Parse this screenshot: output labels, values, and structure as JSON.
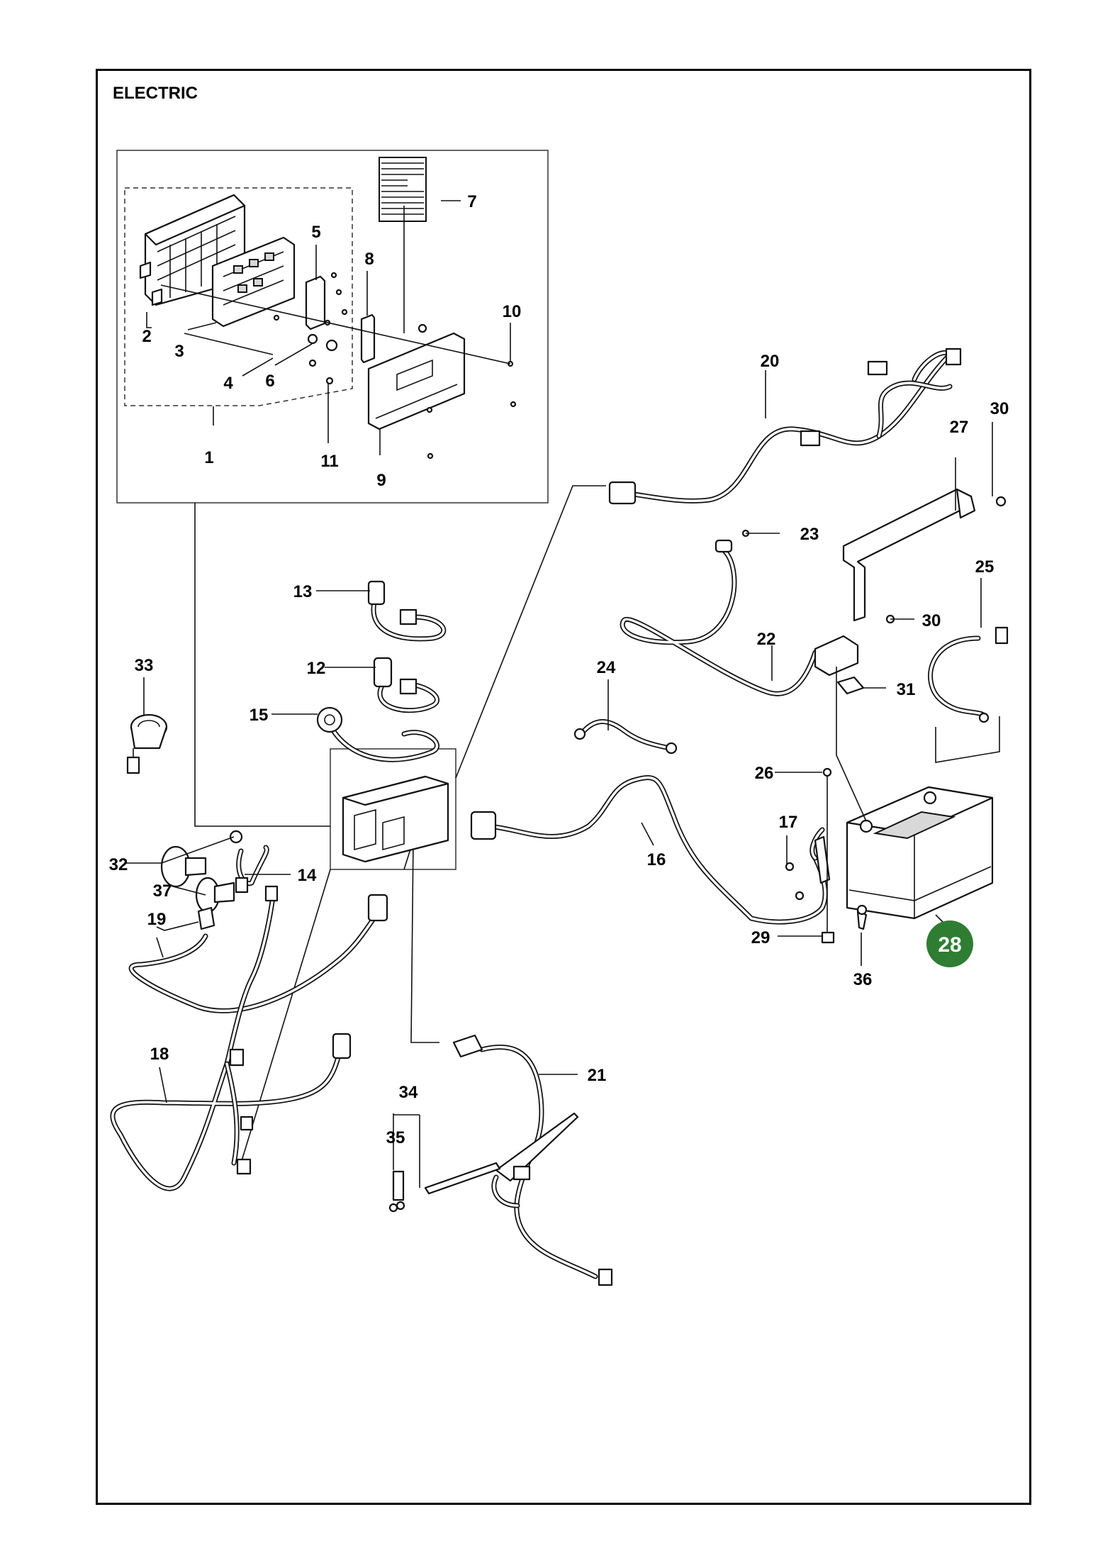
{
  "page": {
    "title": "ELECTRIC"
  },
  "callouts": [
    {
      "n": "1"
    },
    {
      "n": "2"
    },
    {
      "n": "3"
    },
    {
      "n": "4"
    },
    {
      "n": "5"
    },
    {
      "n": "6"
    },
    {
      "n": "7"
    },
    {
      "n": "8"
    },
    {
      "n": "9"
    },
    {
      "n": "10"
    },
    {
      "n": "11"
    },
    {
      "n": "12"
    },
    {
      "n": "13"
    },
    {
      "n": "14"
    },
    {
      "n": "15"
    },
    {
      "n": "16"
    },
    {
      "n": "17"
    },
    {
      "n": "18"
    },
    {
      "n": "19"
    },
    {
      "n": "20"
    },
    {
      "n": "21"
    },
    {
      "n": "22"
    },
    {
      "n": "23"
    },
    {
      "n": "24"
    },
    {
      "n": "25"
    },
    {
      "n": "26"
    },
    {
      "n": "27"
    },
    {
      "n": "28"
    },
    {
      "n": "29"
    },
    {
      "n": "30"
    },
    {
      "n": "31"
    },
    {
      "n": "32"
    },
    {
      "n": "33"
    },
    {
      "n": "34"
    },
    {
      "n": "35"
    },
    {
      "n": "36"
    },
    {
      "n": "37"
    }
  ],
  "highlight": {
    "n": "28",
    "color": "#2e7d32"
  }
}
